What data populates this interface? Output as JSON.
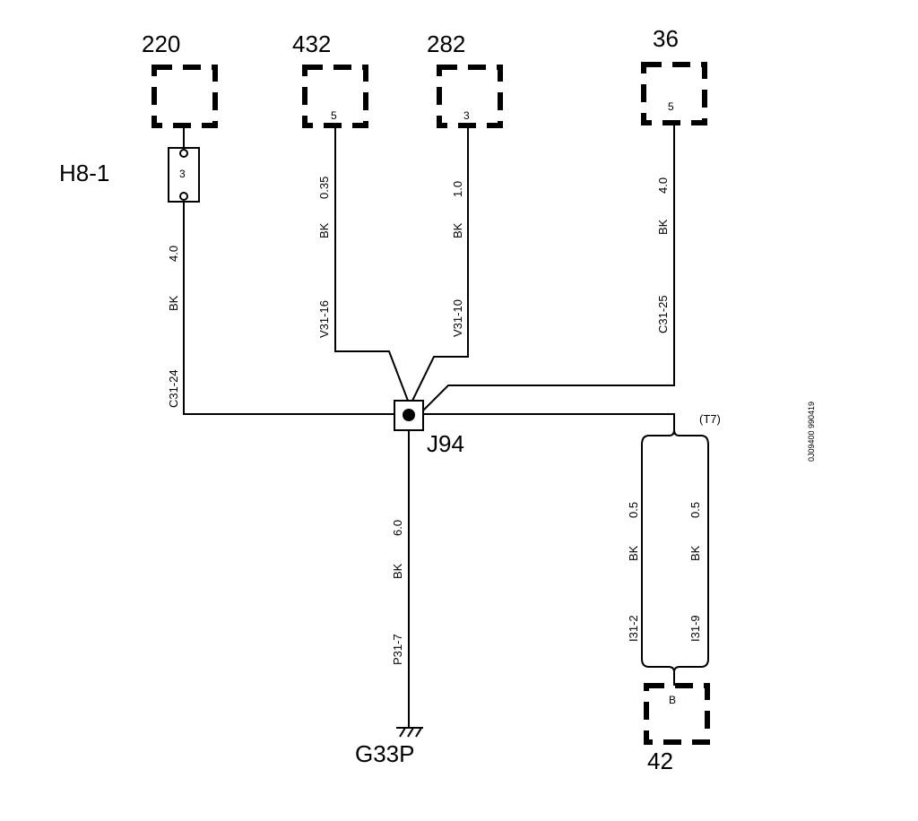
{
  "components": {
    "c220": {
      "label": "220"
    },
    "c432": {
      "label": "432",
      "pin": "5"
    },
    "c282": {
      "label": "282",
      "pin": "3"
    },
    "c36": {
      "label": "36",
      "pin": "5"
    },
    "c42": {
      "label": "42",
      "pin": "B"
    }
  },
  "fuse": {
    "label": "H8-1",
    "pin": "3"
  },
  "splice": {
    "label": "J94"
  },
  "ground": {
    "label": "G33P"
  },
  "twisted": {
    "label": "(T7)"
  },
  "wires": {
    "w220": {
      "size": "4.0",
      "color": "BK",
      "circuit": "C31-24"
    },
    "w432": {
      "size": "0.35",
      "color": "BK",
      "circuit": "V31-16"
    },
    "w282": {
      "size": "1.0",
      "color": "BK",
      "circuit": "V31-10"
    },
    "w36": {
      "size": "4.0",
      "color": "BK",
      "circuit": "C31-25"
    },
    "wground": {
      "size": "6.0",
      "color": "BK",
      "circuit": "P31-7"
    },
    "w42a": {
      "size": "0.5",
      "color": "BK",
      "circuit": "I31-2"
    },
    "w42b": {
      "size": "0.5",
      "color": "BK",
      "circuit": "I31-9"
    }
  },
  "code": "0J09400 990419"
}
